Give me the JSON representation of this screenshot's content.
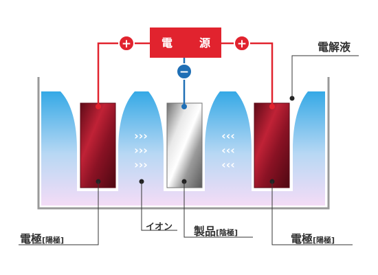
{
  "power_supply": {
    "label_a": "電",
    "label_b": "源",
    "plus_symbol": "+",
    "minus_symbol": "−"
  },
  "labels": {
    "electrolyte": "電解液",
    "ion": "イオン",
    "product_main": "製品",
    "product_bracket": "[陰極]",
    "electrode_left_main": "電極",
    "electrode_left_bracket": "[陽極]",
    "electrode_right_main": "電極",
    "electrode_right_bracket": "[陽極]"
  },
  "ion_arrows": {
    "left": "›››",
    "right": "‹‹‹"
  },
  "colors": {
    "power_red": "#e1232e",
    "wire_red": "#e1232e",
    "wire_blue": "#1f6fb5",
    "electrode_dark": "#7a1020",
    "electrode_mid": "#b01a2e",
    "bath_top": "#35a9e6",
    "bath_bottom": "#f2dcf5"
  }
}
